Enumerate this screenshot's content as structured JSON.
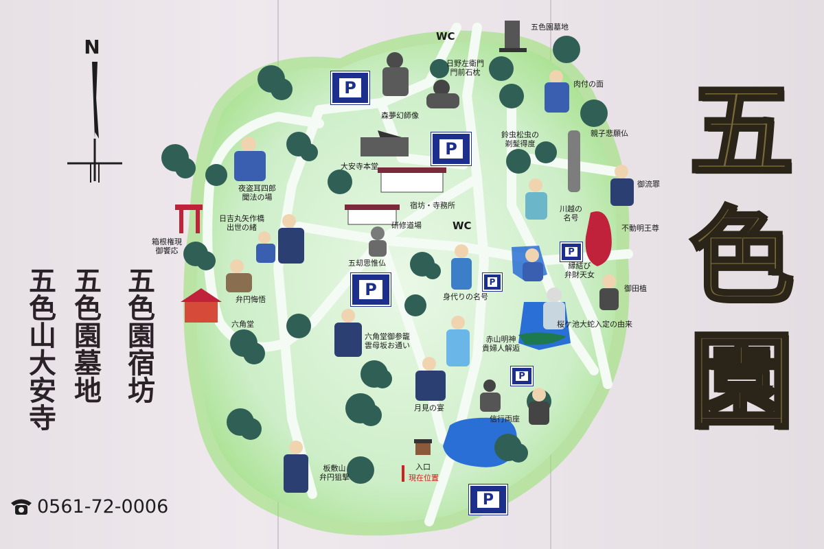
{
  "title_chars": [
    "五",
    "色",
    "園"
  ],
  "vertical_columns": [
    "五色園宿坊",
    "五色園墓地",
    "五色山大安寺"
  ],
  "phone": {
    "icon": "telephone-icon",
    "number": "0561-72-0006"
  },
  "compass": {
    "label": "N"
  },
  "restrooms": [
    "WC",
    "WC"
  ],
  "parking_symbol": "P",
  "map_labels": {
    "cemetery": "五色園墓地",
    "hino_gate_stone": "日野左衛門\n門前石枕",
    "niku_men": "肉付の面",
    "shinpi_gambutsu": "親子悲願仏",
    "morimu_genshi": "森夢幻師像",
    "suzumushi": "鈴虫松虫の\n剃髪得度",
    "gorushu": "御流罪",
    "daianji_hondo": "大安寺本堂",
    "kawagoe": "川越の\n名号",
    "fudo_myoo": "不動明王尊",
    "yoto_mimishiro": "夜盗耳四郎\n聞法の場",
    "shukubo_office": "宿坊・寺務所",
    "kenshu_dojo": "研修道場",
    "hiyoshimaru": "日吉丸矢作橋\n出世の緒",
    "hakone_gongen": "箱根権現\n御饗応",
    "gokoshi_yui": "五刧思惟仏",
    "en_musubi": "縁結び\n弁財天女",
    "otaue": "御田植",
    "bennen_kaigo": "弁円悔悟",
    "migawari_myogo": "身代りの名号",
    "sakuragaike": "桜ケ池大蛇入定の由来",
    "rokkakudo": "六角堂",
    "rokkakudo_sanro": "六角堂御参籠\n雲母坂お通い",
    "akayama_myojin": "赤山明神\n貴婦人解逅",
    "tsukimi": "月見の宴",
    "shingyo_ryoza": "信行両座",
    "entrance": "入口",
    "itajikiyama": "板敷山\n弁円狙撃",
    "current_location": "現在位置"
  },
  "colors": {
    "title_fill": "#7a6a37",
    "title_outline": "#2b2418",
    "parking_blue": "#1d2f8c",
    "map_green": "#cdeec8",
    "path": "#f4faf4",
    "tree": "#2f5f55",
    "pond": "#2a6fd6",
    "marker_red": "#d02020"
  }
}
